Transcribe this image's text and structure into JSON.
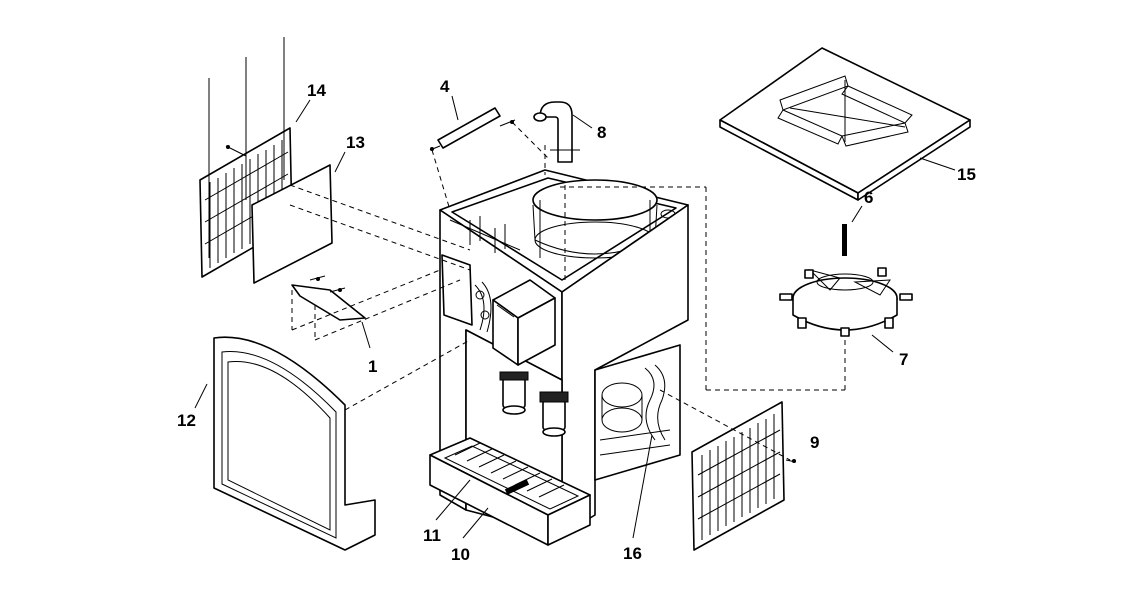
{
  "diagram": {
    "callouts": [
      {
        "id": "1",
        "text": "1"
      },
      {
        "id": "4",
        "text": "4"
      },
      {
        "id": "6",
        "text": "6"
      },
      {
        "id": "7",
        "text": "7"
      },
      {
        "id": "8",
        "text": "8"
      },
      {
        "id": "9",
        "text": "9"
      },
      {
        "id": "10",
        "text": "10"
      },
      {
        "id": "11",
        "text": "11"
      },
      {
        "id": "12",
        "text": "12"
      },
      {
        "id": "13",
        "text": "13"
      },
      {
        "id": "14",
        "text": "14"
      },
      {
        "id": "15",
        "text": "15"
      },
      {
        "id": "16",
        "text": "16"
      }
    ]
  }
}
